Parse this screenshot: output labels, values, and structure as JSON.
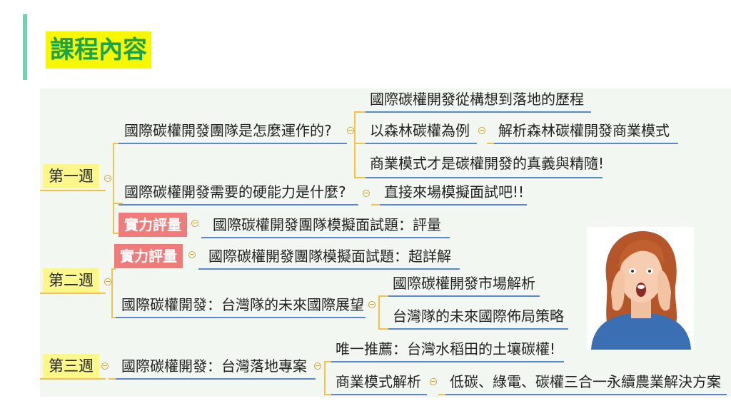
{
  "slide": {
    "title": "課程內容"
  },
  "mindmap": {
    "week1": {
      "label": "第一週",
      "branch1": {
        "label": "國際碳權開發團隊是怎麼運作的?",
        "children": [
          "國際碳權開發從構想到落地的歷程",
          "以森林碳權為例",
          "商業模式才是碳權開發的真義與精隨!"
        ],
        "grandchild": "解析森林碳權開發商業模式"
      },
      "branch2": {
        "label": "國際碳權開發需要的硬能力是什麼?",
        "child": "直接來場模擬面試吧!!"
      },
      "branch3": {
        "tag": "實力評量",
        "label": "國際碳權開發團隊模擬面試題：評量"
      }
    },
    "week2": {
      "label": "第二週",
      "branch1": {
        "tag": "實力評量",
        "label": "國際碳權開發團隊模擬面試題：超詳解"
      },
      "branch2": {
        "label": "國際碳權開發：台灣隊的未來國際展望",
        "children": [
          "國際碳權開發市場解析",
          "台灣隊的未來國際佈局策略"
        ]
      }
    },
    "week3": {
      "label": "第三週",
      "branch1": {
        "label": "國際碳權開發：台灣落地專案",
        "children": [
          "唯一推薦：台灣水稻田的土壤碳權!",
          "商業模式解析"
        ],
        "grandchild": "低碳、綠電、碳權三合一永續農業解決方案"
      }
    }
  },
  "colors": {
    "accent_bar": "#6fd3b4",
    "title_highlight": "#f7f700",
    "title_text": "#1aa34a",
    "week_highlight": "#fbf78a",
    "tag_bg": "#f07b7b",
    "underline": "#5b86d6",
    "connector": "#f2c34a"
  }
}
